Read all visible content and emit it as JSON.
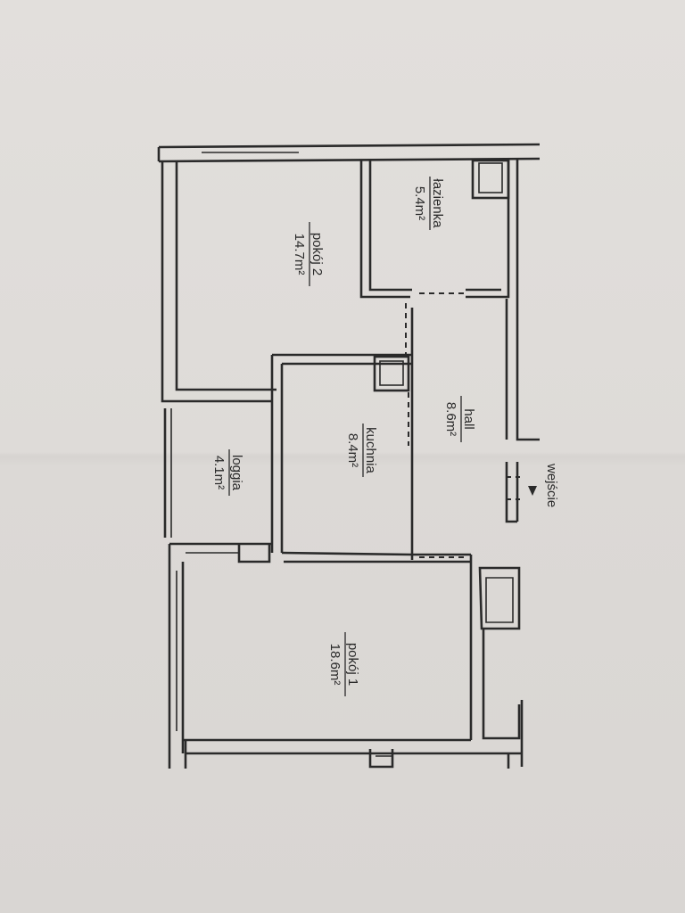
{
  "rooms": {
    "lazienka": {
      "name": "łazienka",
      "area": "5.4m²"
    },
    "pokoj2": {
      "name": "pokój 2",
      "area": "14.7m²"
    },
    "hall": {
      "name": "hall",
      "area": "8.6m²"
    },
    "kuchnia": {
      "name": "kuchnia",
      "area": "8.4m²"
    },
    "loggia": {
      "name": "loggia",
      "area": "4.1m²"
    },
    "pokoj1": {
      "name": "pokój 1",
      "area": "18.6m²"
    }
  },
  "entrance": {
    "label": "wejście"
  }
}
